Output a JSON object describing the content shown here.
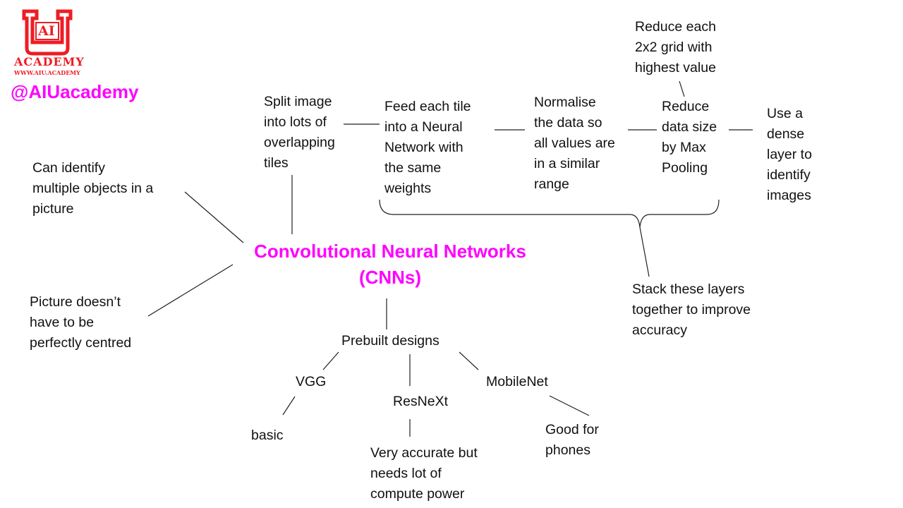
{
  "brand": {
    "logo_letters": "AI",
    "academy": "ACADEMY",
    "website": "WWW.AIU.ACADEMY",
    "handle": "@AIUacademy",
    "logo_color": "#ee1c24",
    "handle_color": "#ff00ff"
  },
  "central": {
    "title": "Convolutional Neural Networks\n(CNNs)",
    "color": "#ff00ff"
  },
  "features": {
    "multiple_objects": "Can identify\nmultiple objects in a\npicture",
    "not_centred": "Picture doesn’t\nhave to be\nperfectly centred"
  },
  "pipeline": {
    "split": "Split image\ninto lots of\noverlapping\ntiles",
    "feed": "Feed each tile\ninto a Neural\nNetwork with\nthe same\nweights",
    "normalise": "Normalise\nthe data so\nall values are\nin a similar\nrange",
    "maxpool": "Reduce\ndata size\nby Max\nPooling",
    "maxpool_note": "Reduce each\n2x2 grid with\nhighest value",
    "dense": "Use a\ndense\nlayer to\nidentify\nimages",
    "stack": "Stack these layers\ntogether to improve\naccuracy"
  },
  "prebuilt": {
    "label": "Prebuilt designs",
    "designs": [
      {
        "name": "VGG",
        "note": "basic"
      },
      {
        "name": "ResNeXt",
        "note": "Very accurate but\nneeds lot of\ncompute power"
      },
      {
        "name": "MobileNet",
        "note": "Good for\nphones"
      }
    ]
  }
}
